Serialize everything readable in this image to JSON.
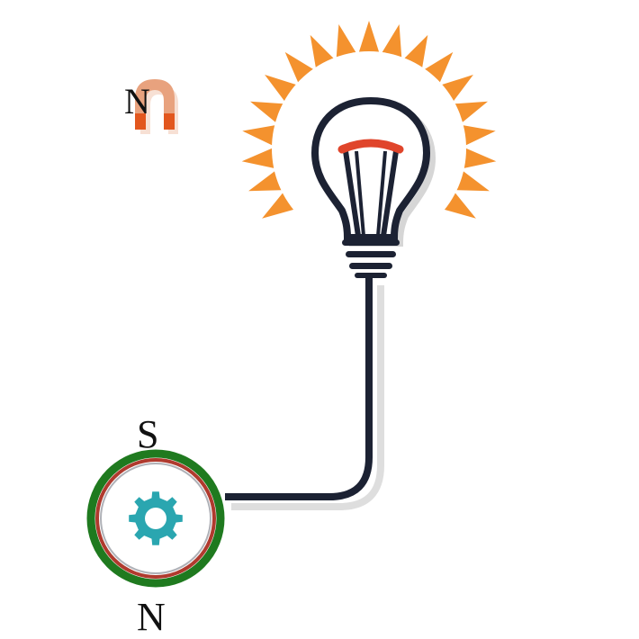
{
  "horseshoe_magnet": {
    "label": "N",
    "color_light": "#e8a27e",
    "color_dark": "#e2571e"
  },
  "generator": {
    "top_pole_label": "S",
    "bottom_pole_label": "N",
    "outer_ring_color": "#1f7a1f",
    "inner_ring_color": "#b03a2e",
    "gear_color": "#2aa6b0"
  },
  "bulb": {
    "rays_color": "#f4922e",
    "filament_cap_color": "#e0452b",
    "outline_color": "#1c2233"
  },
  "wire": {
    "color": "#1c2233"
  }
}
